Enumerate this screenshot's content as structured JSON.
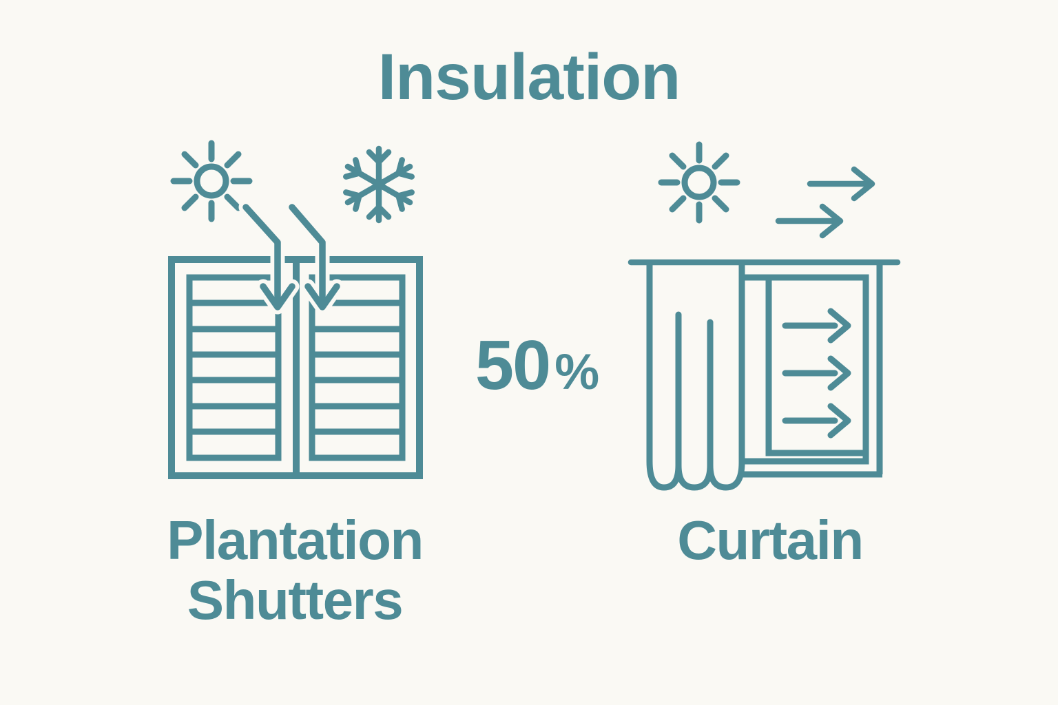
{
  "title": "Insulation",
  "colors": {
    "accent": "#4e8b96",
    "background": "#faf9f4"
  },
  "comparison": {
    "stat": {
      "value": "50",
      "unit": "%"
    },
    "left": {
      "label": "Plantation Shutters",
      "label_lines": [
        "Plantation",
        "Shutters"
      ],
      "icons": [
        "sun-icon",
        "snowflake-icon",
        "heat-arrow-icon",
        "plantation-shutters-illustration"
      ]
    },
    "right": {
      "label": "Curtain",
      "icons": [
        "sun-icon",
        "airflow-arrow-icon",
        "curtain-window-illustration"
      ]
    }
  }
}
